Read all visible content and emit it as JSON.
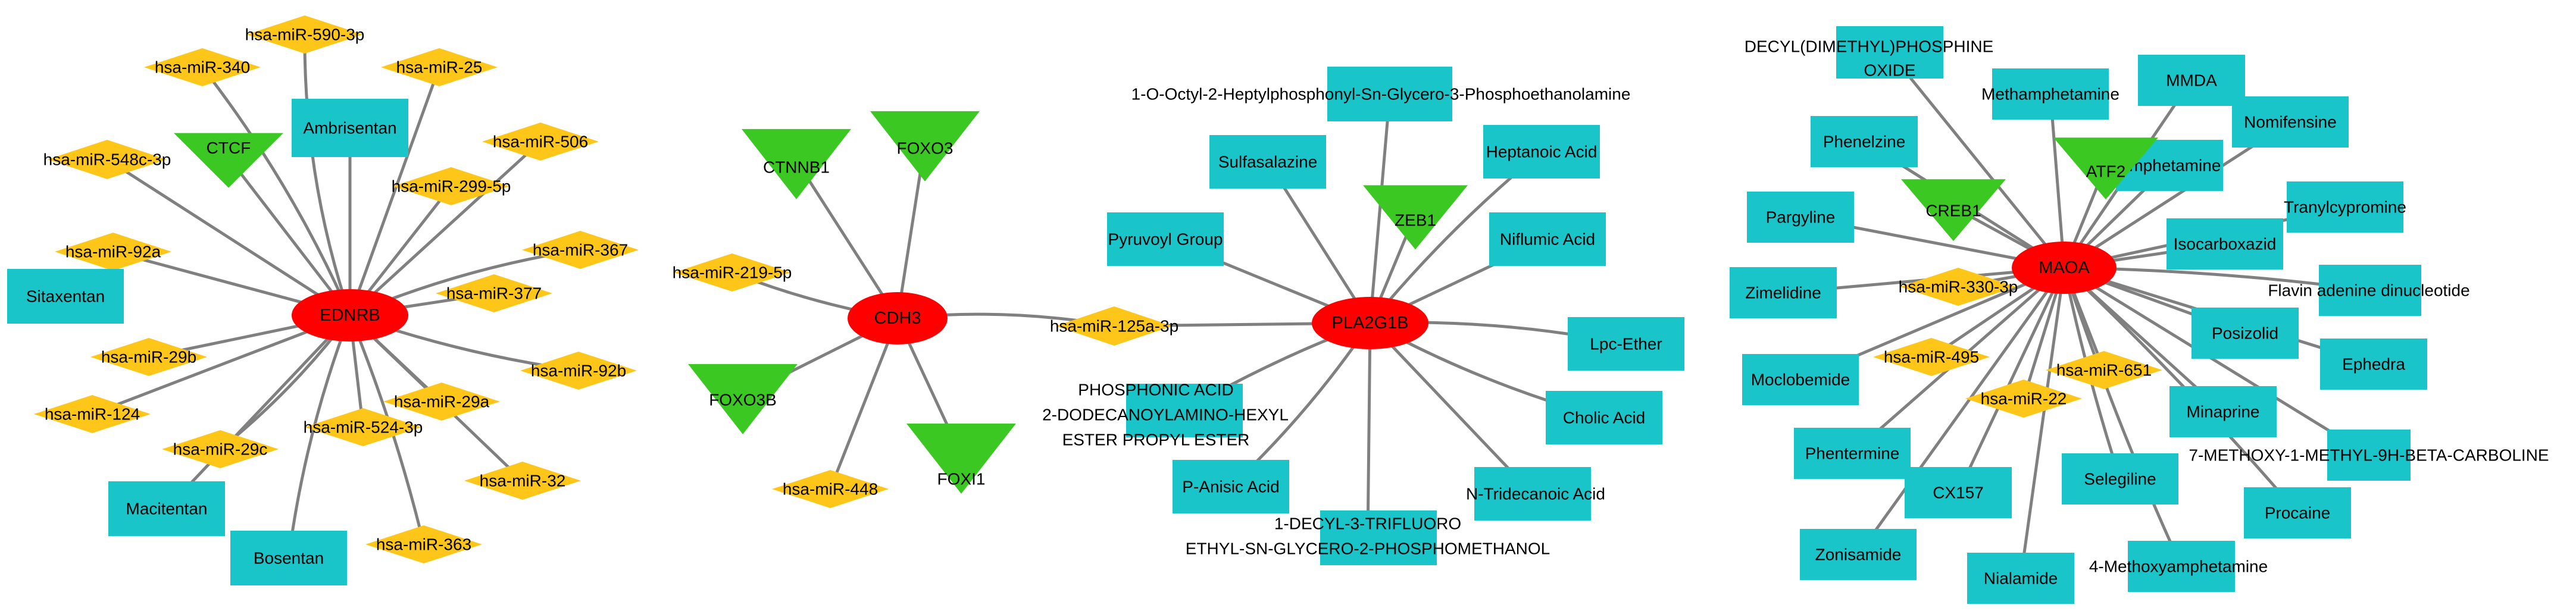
{
  "colors": {
    "gene_hub": "#ff0000",
    "mirna": "#ffc61a",
    "drug": "#19c5c8",
    "transcription_factor": "#3cc823",
    "edge": "#808080"
  },
  "legend_semantics": {
    "ellipse": "target gene",
    "diamond": "miRNA",
    "rectangle": "drug",
    "v-triangle": "transcription factor"
  },
  "networks": [
    {
      "hub": "EDNRB",
      "mirnas": [
        "hsa-miR-590-3p",
        "hsa-miR-340",
        "hsa-miR-25",
        "hsa-miR-506",
        "hsa-miR-548c-3p",
        "hsa-miR-299-5p",
        "hsa-miR-367",
        "hsa-miR-92a",
        "hsa-miR-377",
        "hsa-miR-29b",
        "hsa-miR-92b",
        "hsa-miR-124",
        "hsa-miR-29a",
        "hsa-miR-29c",
        "hsa-miR-32",
        "hsa-miR-524-3p",
        "hsa-miR-363"
      ],
      "drugs": [
        "Ambrisentan",
        "Sitaxentan",
        "Macitentan",
        "Bosentan"
      ],
      "transcription_factors": [
        "CTCF"
      ]
    },
    {
      "hub": "CDH3",
      "mirnas": [
        "hsa-miR-219-5p",
        "hsa-miR-448",
        "hsa-miR-125a-3p"
      ],
      "drugs": [],
      "transcription_factors": [
        "CTNNB1",
        "FOXO3",
        "FOXO3B",
        "FOXI1"
      ]
    },
    {
      "hub": "PLA2G1B",
      "mirnas": [
        "hsa-miR-125a-3p"
      ],
      "drugs": [
        "1-O-Octyl-2-Heptylphosphonyl-Sn-Glycero-3-Phosphoethanolamine",
        "Sulfasalazine",
        "Heptanoic Acid",
        "Pyruvoyl Group",
        "Niflumic Acid",
        "Lpc-Ether",
        "PHOSPHONIC ACID 2-DODECANOYLAMINO-HEXYL ESTER PROPYL ESTER",
        "Cholic Acid",
        "P-Anisic Acid",
        "N-Tridecanoic Acid",
        "1-DECYL-3-TRIFLUORO ETHYL-SN-GLYCERO-2-PHOSPHOMETHANOL"
      ],
      "transcription_factors": [
        "ZEB1"
      ]
    },
    {
      "hub": "MAOA",
      "mirnas": [
        "hsa-miR-330-3p",
        "hsa-miR-495",
        "hsa-miR-651",
        "hsa-miR-22"
      ],
      "drugs": [
        "DECYL(DIMETHYL)PHOSPHINE OXIDE",
        "MMDA",
        "Methamphetamine",
        "Nomifensine",
        "Phenelzine",
        "Amphetamine",
        "Pargyline",
        "Tranylcypromine",
        "Isocarboxazid",
        "Zimelidine",
        "Flavin adenine dinucleotide",
        "Posizolid",
        "Moclobemide",
        "Ephedra",
        "Minaprine",
        "Phentermine",
        "CX157",
        "Selegiline",
        "7-METHOXY-1-METHYL-9H-BETA-CARBOLINE",
        "Procaine",
        "Zonisamide",
        "Nialamide",
        "4-Methoxyamphetamine"
      ],
      "transcription_factors": [
        "CREB1",
        "ATF2"
      ]
    }
  ],
  "labels": {
    "EDNRB": "EDNRB",
    "CDH3": "CDH3",
    "PLA2G1B": "PLA2G1B",
    "MAOA": "MAOA",
    "hsa-miR-590-3p": "hsa-miR-590-3p",
    "hsa-miR-340": "hsa-miR-340",
    "hsa-miR-25": "hsa-miR-25",
    "hsa-miR-506": "hsa-miR-506",
    "hsa-miR-548c-3p": "hsa-miR-548c-3p",
    "hsa-miR-299-5p": "hsa-miR-299-5p",
    "hsa-miR-367": "hsa-miR-367",
    "hsa-miR-92a": "hsa-miR-92a",
    "hsa-miR-377": "hsa-miR-377",
    "hsa-miR-29b": "hsa-miR-29b",
    "hsa-miR-92b": "hsa-miR-92b",
    "hsa-miR-124": "hsa-miR-124",
    "hsa-miR-29a": "hsa-miR-29a",
    "hsa-miR-29c": "hsa-miR-29c",
    "hsa-miR-32": "hsa-miR-32",
    "hsa-miR-524-3p": "hsa-miR-524-3p",
    "hsa-miR-363": "hsa-miR-363",
    "Ambrisentan": "Ambrisentan",
    "Sitaxentan": "Sitaxentan",
    "Macitentan": "Macitentan",
    "Bosentan": "Bosentan",
    "CTCF": "CTCF",
    "CTNNB1": "CTNNB1",
    "FOXO3": "FOXO3",
    "FOXO3B": "FOXO3B",
    "FOXI1": "FOXI1",
    "hsa-miR-219-5p": "hsa-miR-219-5p",
    "hsa-miR-448": "hsa-miR-448",
    "hsa-miR-125a-3p": "hsa-miR-125a-3p",
    "ZEB1": "ZEB1",
    "1-O-Octyl": "1-O-Octyl-2-Heptylphosphonyl-Sn-Glycero-3-Phosphoethanolamine",
    "Sulfasalazine": "Sulfasalazine",
    "Heptanoic Acid": "Heptanoic Acid",
    "Pyruvoyl Group": "Pyruvoyl Group",
    "Niflumic Acid": "Niflumic Acid",
    "Lpc-Ether": "Lpc-Ether",
    "Phosphonic-1": "PHOSPHONIC ACID",
    "Phosphonic-2": "2-DODECANOYLAMINO-HEXYL",
    "Phosphonic-3": "ESTER PROPYL ESTER",
    "Cholic Acid": "Cholic Acid",
    "P-Anisic Acid": "P-Anisic Acid",
    "N-Tridecanoic Acid": "N-Tridecanoic Acid",
    "Decyl-Trifluoro-1": "1-DECYL-3-TRIFLUORO",
    "Decyl-Trifluoro-2": "ETHYL-SN-GLYCERO-2-PHOSPHOMETHANOL",
    "Decyl-Phosphine-1": "DECYL(DIMETHYL)PHOSPHINE",
    "Decyl-Phosphine-2": "OXIDE",
    "MMDA": "MMDA",
    "Methamphetamine": "Methamphetamine",
    "Nomifensine": "Nomifensine",
    "Phenelzine": "Phenelzine",
    "Amphetamine": "Amphetamine",
    "ATF2": "ATF2",
    "CREB1": "CREB1",
    "Pargyline": "Pargyline",
    "Tranylcypromine": "Tranylcypromine",
    "Isocarboxazid": "Isocarboxazid",
    "Zimelidine": "Zimelidine",
    "hsa-miR-330-3p": "hsa-miR-330-3p",
    "Flavin adenine dinucleotide": "Flavin adenine dinucleotide",
    "Posizolid": "Posizolid",
    "Moclobemide": "Moclobemide",
    "hsa-miR-495": "hsa-miR-495",
    "hsa-miR-651": "hsa-miR-651",
    "Ephedra": "Ephedra",
    "hsa-miR-22": "hsa-miR-22",
    "Minaprine": "Minaprine",
    "Phentermine": "Phentermine",
    "CX157": "CX157",
    "Selegiline": "Selegiline",
    "7-Methoxy": "7-METHOXY-1-METHYL-9H-BETA-CARBOLINE",
    "Procaine": "Procaine",
    "Zonisamide": "Zonisamide",
    "Nialamide": "Nialamide",
    "4-Methoxyamphetamine": "4-Methoxyamphetamine"
  }
}
